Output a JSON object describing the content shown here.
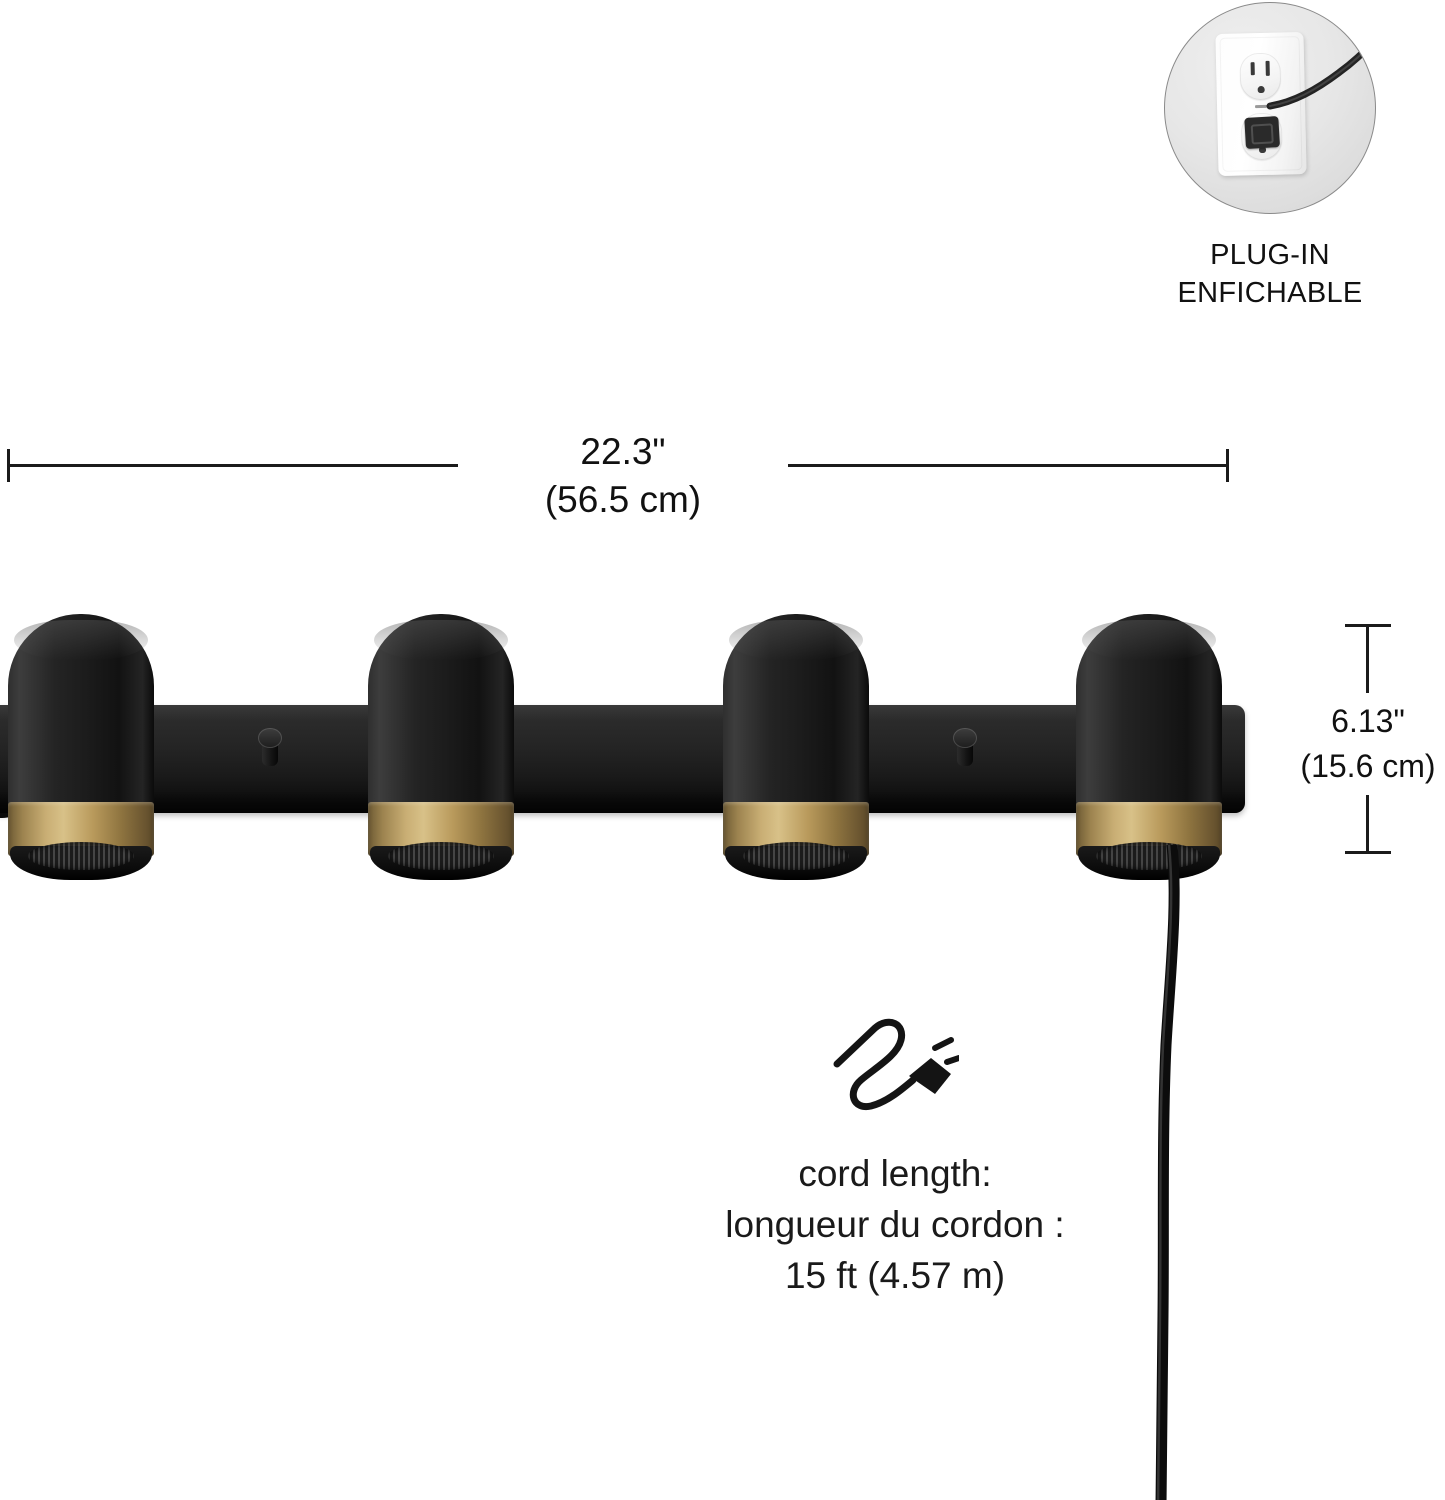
{
  "badge": {
    "icon_name": "wall-outlet-with-plug-photo",
    "caption_line_1": "PLUG-IN",
    "caption_line_2": "ENFICHABLE"
  },
  "dimensions": {
    "width": {
      "imperial": "22.3\"",
      "metric": "(56.5 cm)"
    },
    "height": {
      "imperial": "6.13\"",
      "metric": "(15.6 cm)"
    }
  },
  "cord": {
    "icon_name": "power-cord-plug-icon",
    "label_en": "cord length:",
    "label_fr": "longueur du cordon :",
    "value": "15 ft (4.57 m)"
  },
  "product": {
    "name": "four-head-plug-in-track-light",
    "head_count": 4,
    "knob_count": 2
  },
  "colors": {
    "body_black": "#1a1a1a",
    "accent_brass": "#c9ae74",
    "line_black": "#1b1b1b",
    "badge_gray": "#e4e4e4",
    "background": "#ffffff"
  }
}
